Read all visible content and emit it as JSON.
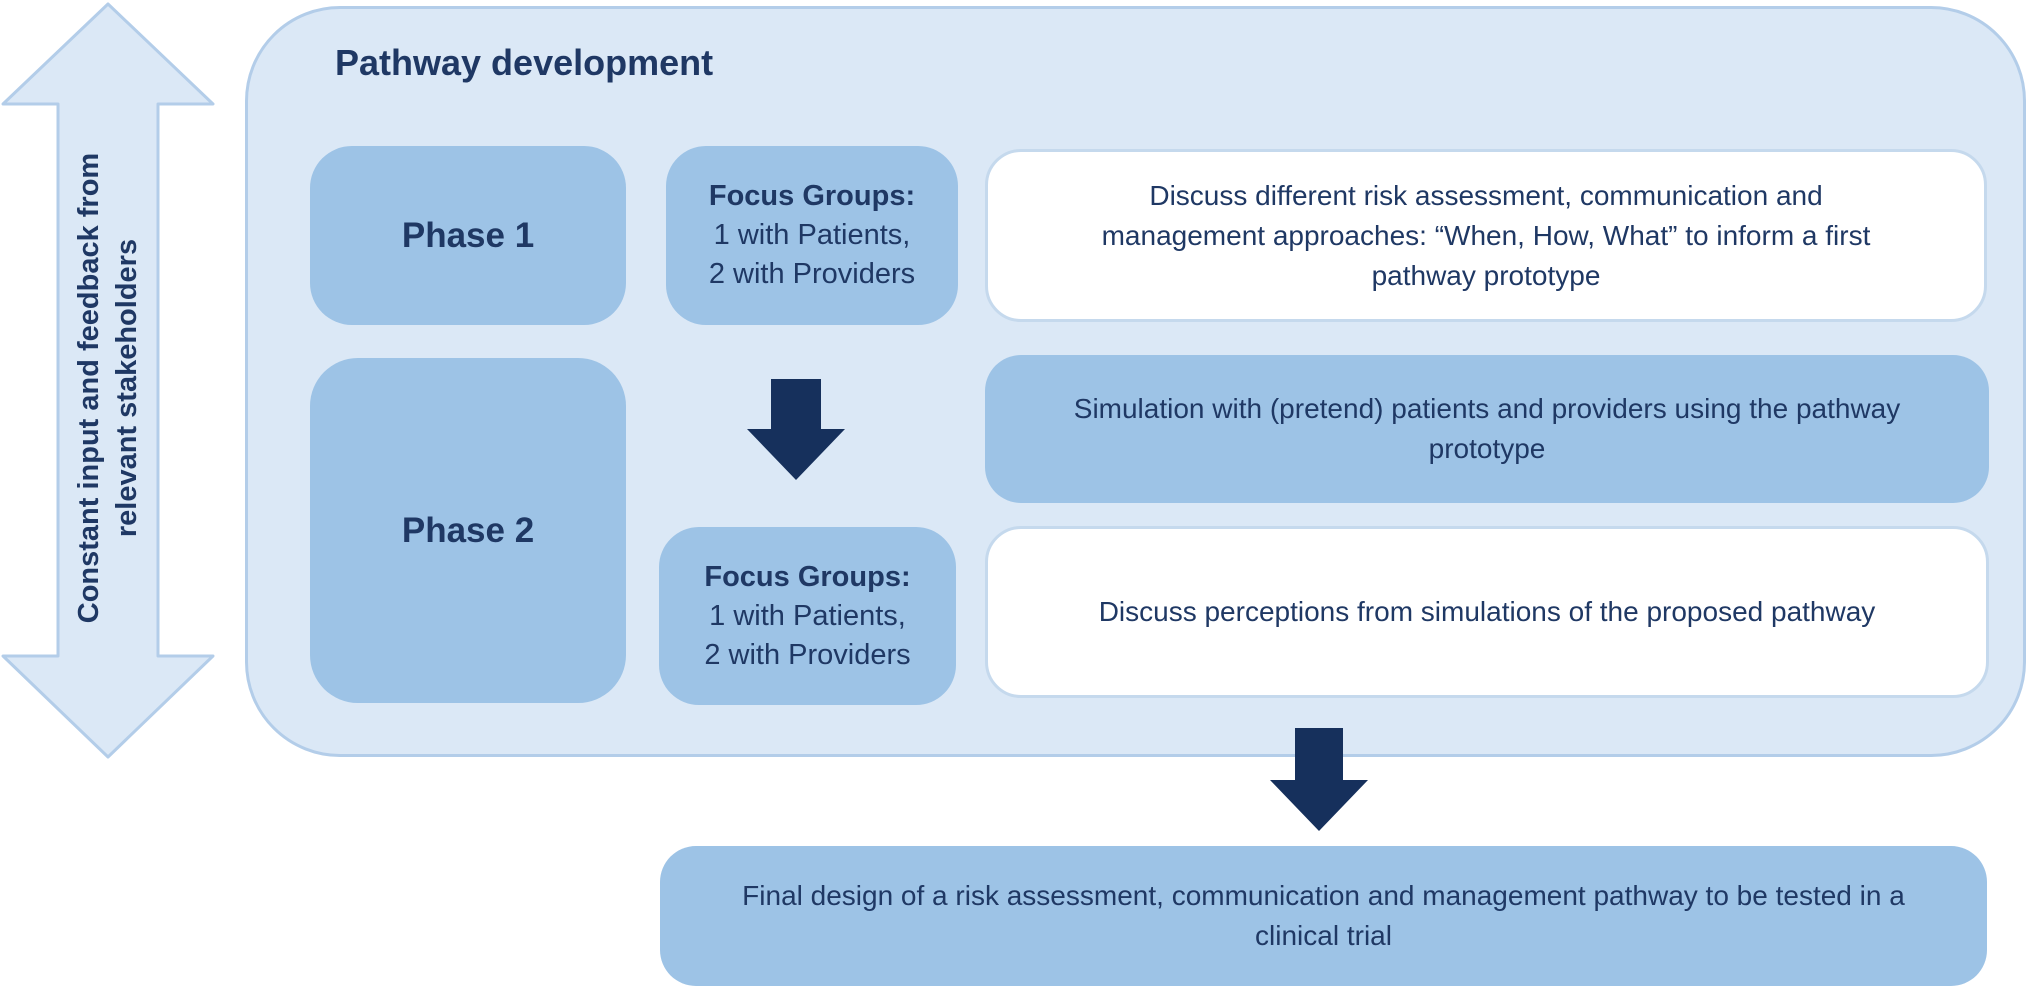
{
  "palette": {
    "container_fill": "#dbe8f6",
    "container_border": "#b3cde9",
    "box_blue": "#9dc3e6",
    "white_box_border": "#c5d9ed",
    "navy_text": "#1f3864",
    "arrow_navy": "#16305c"
  },
  "side_arrow": {
    "label_line1": "Constant input and feedback from",
    "label_line2": "relevant stakeholders"
  },
  "pathway": {
    "title": "Pathway development",
    "phase1_label": "Phase 1",
    "phase2_label": "Phase 2",
    "focus_groups_1": {
      "heading": "Focus Groups:",
      "line1": "1 with Patients,",
      "line2": "2 with Providers"
    },
    "focus_groups_2": {
      "heading": "Focus Groups:",
      "line1": "1 with Patients,",
      "line2": "2 with Providers"
    },
    "discuss_1": "Discuss different risk assessment, communication and management approaches: “When, How, What” to inform a first pathway prototype",
    "simulation": "Simulation with (pretend) patients and providers using the pathway prototype",
    "discuss_2": "Discuss perceptions from simulations of the proposed pathway"
  },
  "final_box": "Final design of a risk assessment, communication and management pathway to be tested in a clinical trial"
}
